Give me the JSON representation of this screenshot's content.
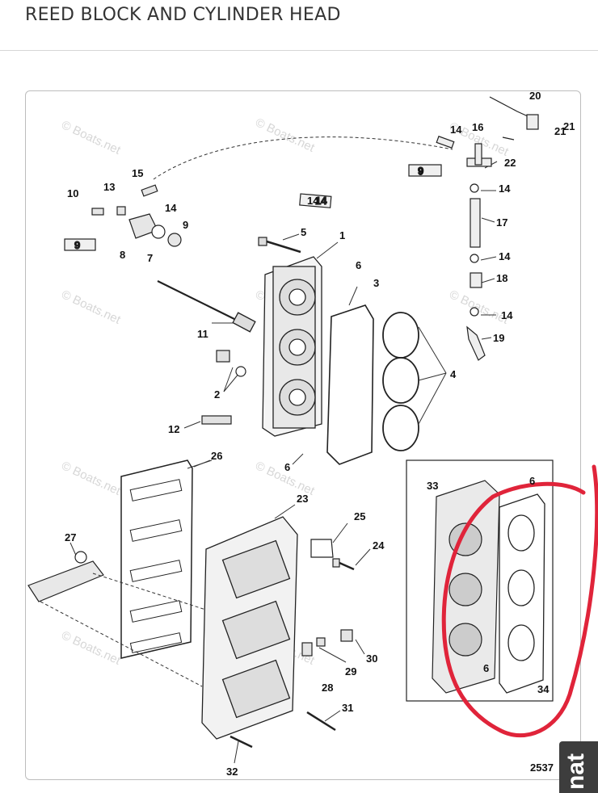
{
  "page": {
    "title": "REED BLOCK AND CYLINDER HEAD"
  },
  "diagram": {
    "figure_number": "2537",
    "watermark": "© Boats.net",
    "callouts": [
      {
        "label": "1"
      },
      {
        "label": "2"
      },
      {
        "label": "3"
      },
      {
        "label": "4"
      },
      {
        "label": "5"
      },
      {
        "label": "6"
      },
      {
        "label": "6"
      },
      {
        "label": "6"
      },
      {
        "label": "6"
      },
      {
        "label": "7"
      },
      {
        "label": "8"
      },
      {
        "label": "9"
      },
      {
        "label": "9"
      },
      {
        "label": "10"
      },
      {
        "label": "11"
      },
      {
        "label": "12"
      },
      {
        "label": "13"
      },
      {
        "label": "14"
      },
      {
        "label": "14"
      },
      {
        "label": "14"
      },
      {
        "label": "14"
      },
      {
        "label": "14"
      },
      {
        "label": "14"
      },
      {
        "label": "15"
      },
      {
        "label": "16"
      },
      {
        "label": "17"
      },
      {
        "label": "18"
      },
      {
        "label": "19"
      },
      {
        "label": "20"
      },
      {
        "label": "21"
      },
      {
        "label": "21"
      },
      {
        "label": "22"
      },
      {
        "label": "23"
      },
      {
        "label": "24"
      },
      {
        "label": "25"
      },
      {
        "label": "26"
      },
      {
        "label": "27"
      },
      {
        "label": "28"
      },
      {
        "label": "29"
      },
      {
        "label": "30"
      },
      {
        "label": "31"
      },
      {
        "label": "32"
      },
      {
        "label": "33"
      },
      {
        "label": "34"
      }
    ],
    "tube_labels": [
      "14",
      "9",
      "9"
    ],
    "highlight_color": "#e0243a"
  },
  "side_tab": {
    "text": "nat"
  }
}
